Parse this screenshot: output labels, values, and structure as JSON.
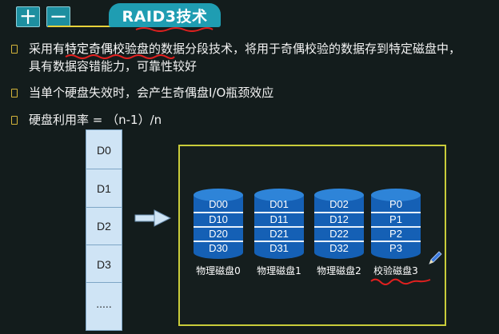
{
  "header": {
    "num_box_1": "十",
    "num_box_2": "一",
    "title": "RAID3技术"
  },
  "bullets": [
    {
      "pre": "采用",
      "highlight": "有特定奇偶校验盘",
      "post": "的数据分段技术，将用于奇偶校验的数据存到特定磁盘中，",
      "line2": "具有数据容错能力，可靠性较好"
    },
    {
      "text": "当单个硬盘失效时，会产生奇偶盘I/O瓶颈效应"
    },
    {
      "text": "硬盘利用率 = （n-1）/n"
    }
  ],
  "stripe": {
    "cells": [
      "D0",
      "D1",
      "D2",
      "D3",
      "....."
    ]
  },
  "disks": [
    {
      "blocks": [
        "D00",
        "D10",
        "D20",
        "D30"
      ],
      "name": "物理磁盘0"
    },
    {
      "blocks": [
        "D01",
        "D11",
        "D21",
        "D31"
      ],
      "name": "物理磁盘1"
    },
    {
      "blocks": [
        "D02",
        "D12",
        "D22",
        "D32"
      ],
      "name": "物理磁盘2"
    },
    {
      "blocks": [
        "P0",
        "P1",
        "P2",
        "P3"
      ],
      "name": "校验磁盘3"
    }
  ],
  "icons": {
    "bullet": "square-bullet-icon",
    "arrow": "right-arrow-icon",
    "pen": "pen-icon"
  },
  "colors": {
    "background": "#131c1c",
    "header_accent": "#1f9db2",
    "panel_border": "#c9cc3a",
    "disk_blue": "#1560b5",
    "annotation_red": "#e0201f"
  }
}
